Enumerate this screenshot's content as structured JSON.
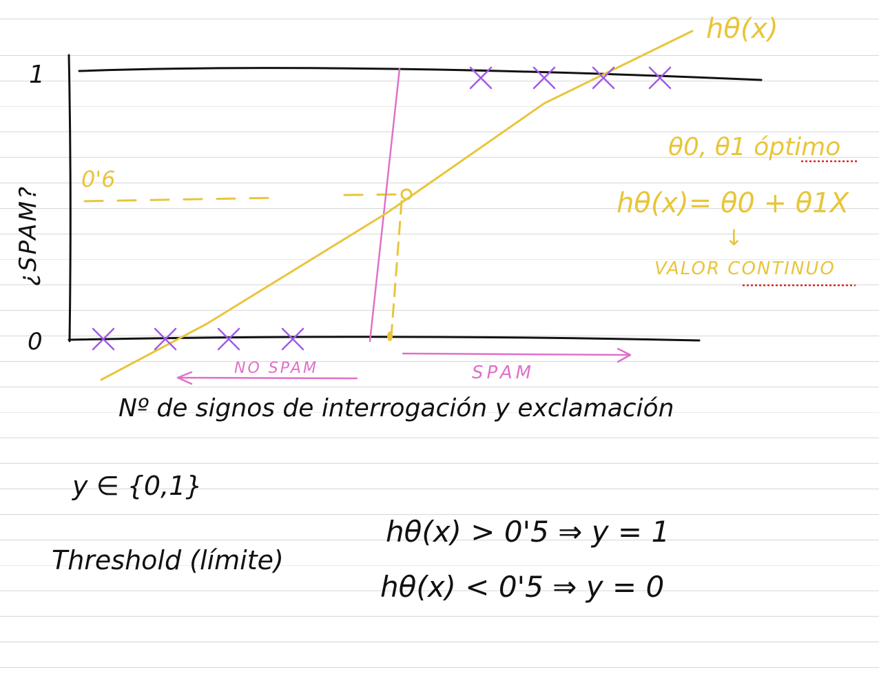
{
  "colors": {
    "ink": "#111111",
    "highlighter_yellow": "#e8c53a",
    "pink": "#e070c8",
    "purple": "#a05ae6",
    "spellcheck_red": "#e02020",
    "ruled_lines": "#d8d8d8"
  },
  "chart_data": {
    "type": "scatter",
    "ylabel": "¿SPAM?",
    "xlabel": "Nº de signos de interrogación y exclamación",
    "y_ticks": [
      "0",
      "1"
    ],
    "threshold_label": "0'6",
    "hypothesis_label": "hθ(x)",
    "series": [
      {
        "values": [
          0,
          0,
          0,
          0
        ]
      },
      {
        "values": [
          1,
          1,
          1,
          1
        ]
      }
    ],
    "region_labels": {
      "left": "NO SPAM",
      "right": "SPAM"
    }
  },
  "notes": {
    "params": "θ0, θ1 óptimo",
    "hypothesis_eq": "hθ(x)= θ0 + θ1X",
    "arrow": "↓",
    "continuous": "VALOR CONTINUO",
    "y_set": "y ∈ {0,1}",
    "threshold": "Threshold (límite)",
    "rule_1": "hθ(x) > 0'5 ⇒ y = 1",
    "rule_2": "hθ(x) < 0'5 ⇒ y = 0"
  }
}
